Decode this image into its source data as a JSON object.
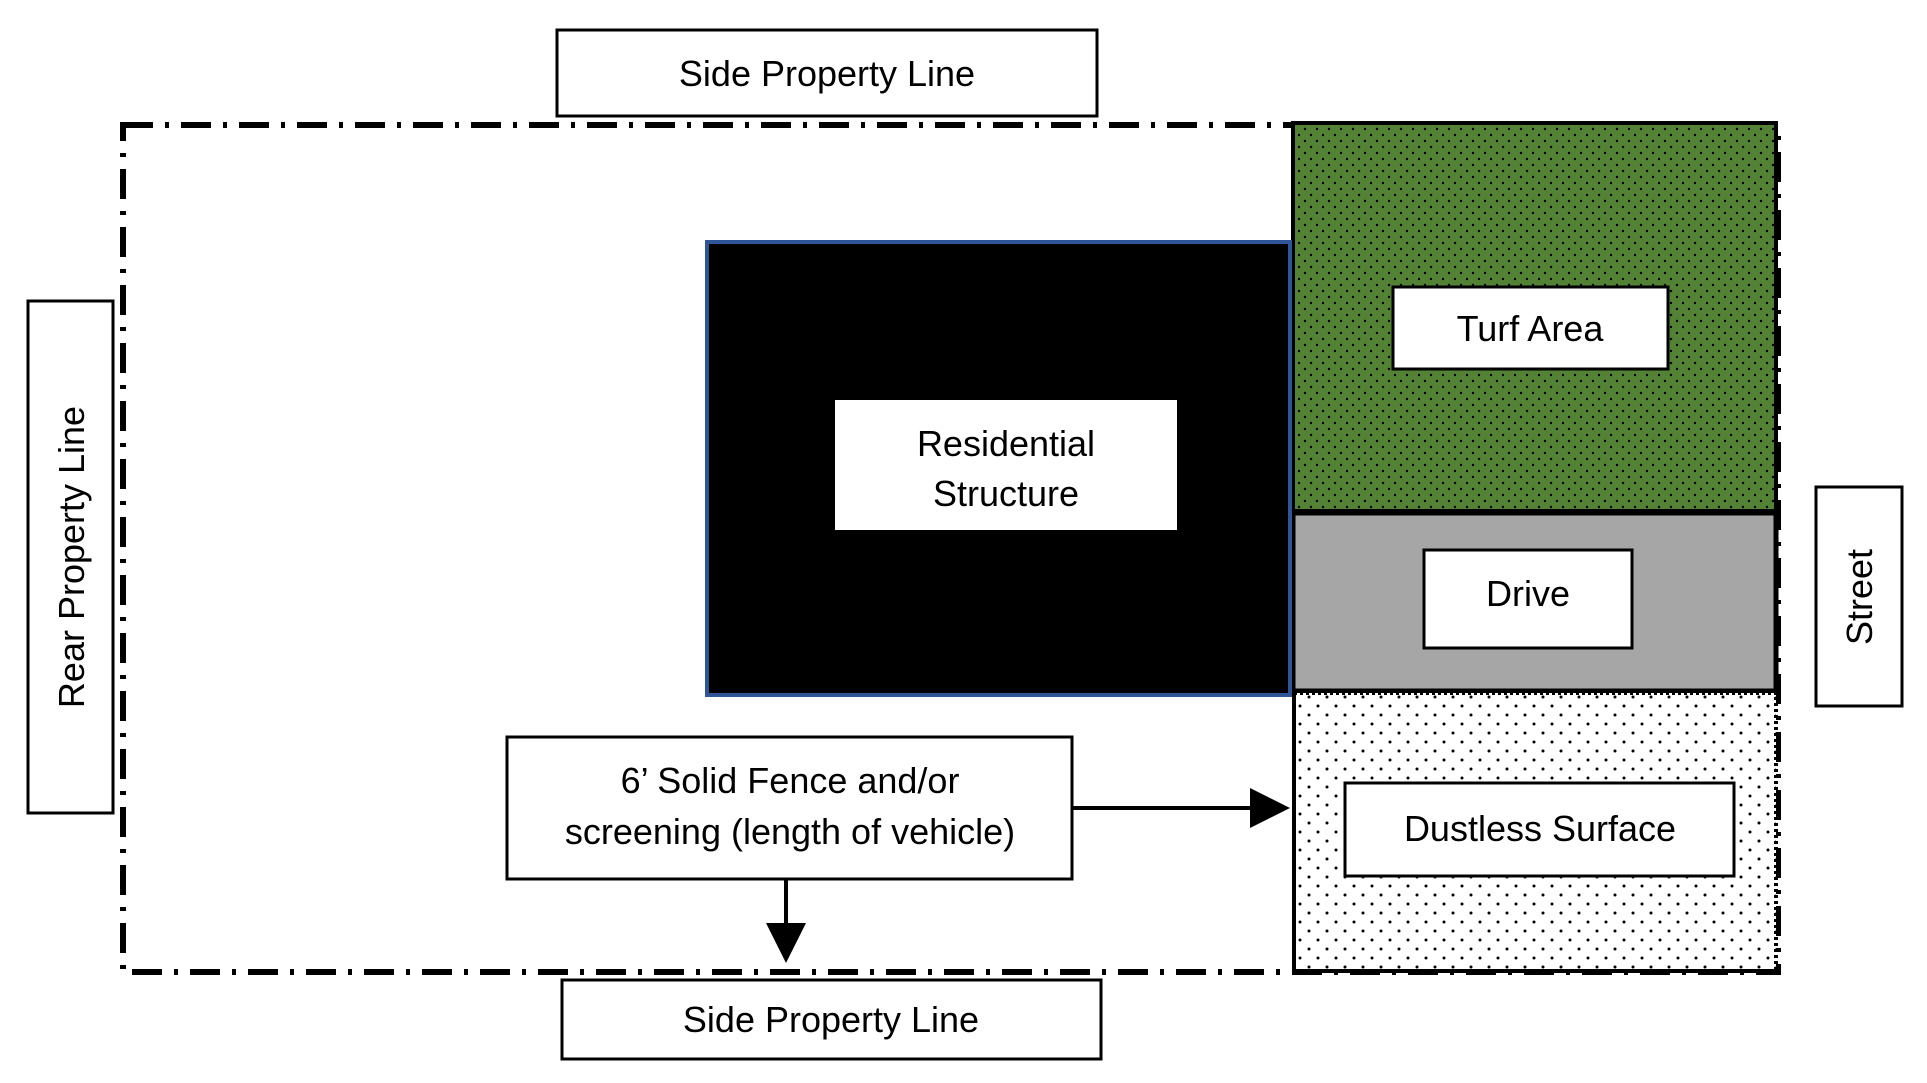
{
  "labels": {
    "side_property_line_top": "Side Property Line",
    "side_property_line_bottom": "Side Property Line",
    "rear_property_line": "Rear Property Line",
    "street": "Street",
    "residential_structure_line1": "Residential",
    "residential_structure_line2": "Structure",
    "turf_area": "Turf Area",
    "drive": "Drive",
    "dustless_surface": "Dustless Surface",
    "fence_line1": "6’ Solid Fence and/or",
    "fence_line2": "screening (length of vehicle)"
  },
  "colors": {
    "turf_green": "#548235",
    "drive_gray": "#a6a6a6",
    "structure_fill": "#000000",
    "structure_border": "#2f5597",
    "line_black": "#000000",
    "background": "#ffffff"
  }
}
